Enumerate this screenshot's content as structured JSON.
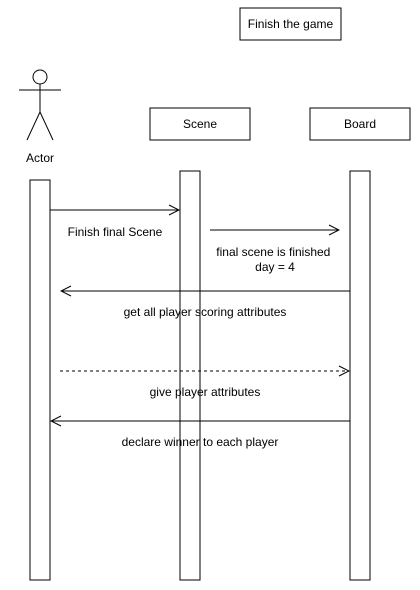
{
  "diagram": {
    "title": "Finish the game",
    "actor": {
      "label": "Actor"
    },
    "participants": [
      {
        "id": "scene",
        "label": "Scene"
      },
      {
        "id": "board",
        "label": "Board"
      }
    ],
    "messages": [
      {
        "id": "m1",
        "from": "Actor",
        "to": "Scene",
        "style": "solid",
        "lines": [
          "Finish final Scene"
        ]
      },
      {
        "id": "m2",
        "from": "Scene",
        "to": "Board",
        "style": "solid",
        "lines": [
          "final scene is finished",
          "day = 4"
        ]
      },
      {
        "id": "m3",
        "from": "Board",
        "to": "Actor",
        "style": "solid",
        "lines": [
          "get all player scoring attributes"
        ]
      },
      {
        "id": "m4",
        "from": "Actor",
        "to": "Board",
        "style": "dashed",
        "lines": [
          "give player attributes"
        ]
      },
      {
        "id": "m5",
        "from": "Board",
        "to": "Actor",
        "style": "solid",
        "lines": [
          "declare winner to each player"
        ]
      }
    ],
    "colors": {
      "stroke": "#000000",
      "fill": "#ffffff"
    }
  }
}
